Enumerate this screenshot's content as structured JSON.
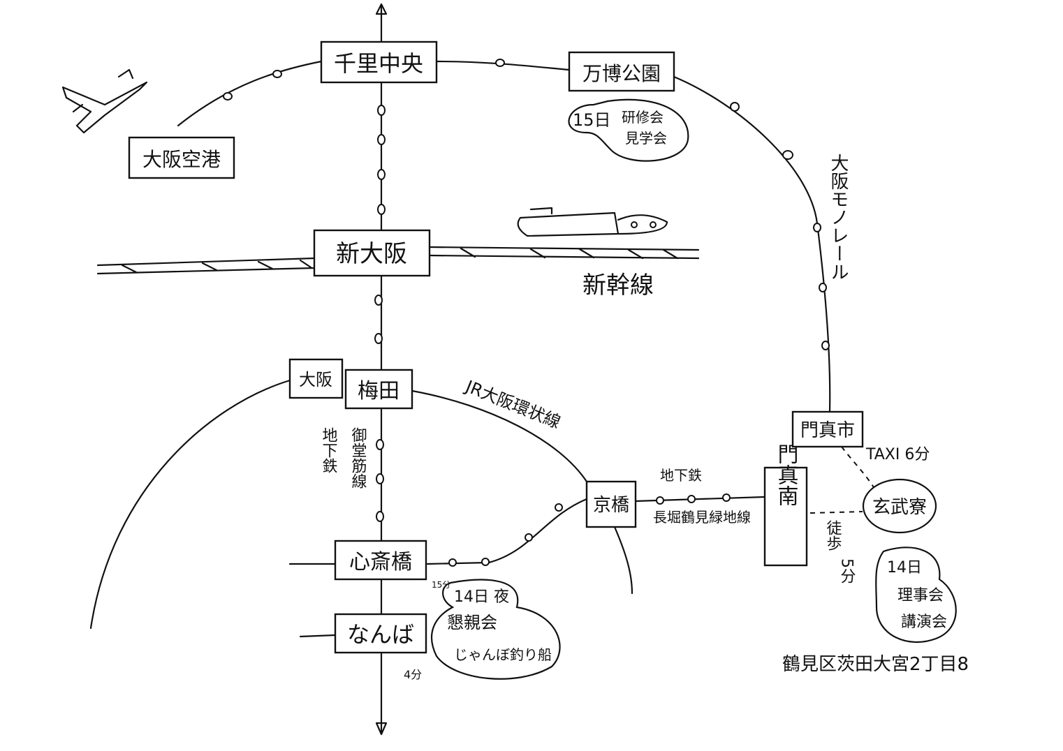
{
  "stations": {
    "senri_chuo": "千里中央",
    "banpaku_koen": "万博公園",
    "osaka_airport": "大阪空港",
    "shin_osaka": "新大阪",
    "osaka": "大阪",
    "umeda": "梅田",
    "kyobashi": "京橋",
    "kadoma_minami": "門真南",
    "kadoma_shi": "門真市",
    "shinsaibashi": "心斎橋",
    "namba": "なんば"
  },
  "lines": {
    "shinkansen": "新幹線",
    "monorail": "大阪モノレール",
    "jr_loop": "JR大阪環状線",
    "subway_midosuji_a": "地下鉄",
    "subway_midosuji_b": "御堂筋線",
    "subway_nagahori_a": "地下鉄",
    "subway_nagahori_b": "長堀鶴見緑地線"
  },
  "notes": {
    "day15_a": "15日",
    "day15_b": "研修会",
    "day15_c": "見学会",
    "day14_night_a": "14日 夜",
    "day14_night_b": "懇親会",
    "day14_night_c": "じゃんぼ釣り船",
    "day14_a": "14日",
    "day14_b": "理事会",
    "day14_c": "講演会",
    "venue": "玄武寮",
    "taxi": "TAXI 6分",
    "walk_a": "徒歩",
    "walk_b": "5分",
    "time_shinsaibashi": "15分",
    "time_namba": "4分",
    "address": "鶴見区茨田大宮2丁目8"
  }
}
